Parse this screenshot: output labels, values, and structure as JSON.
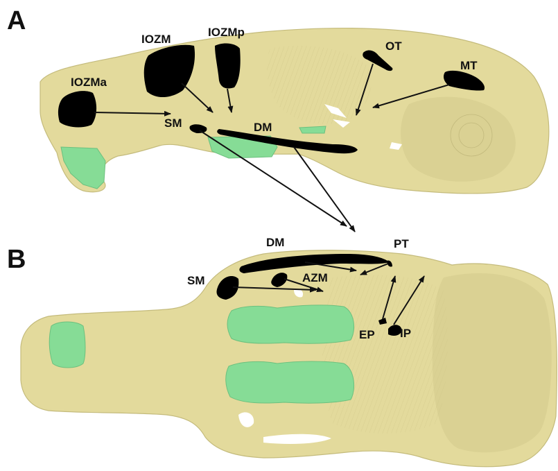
{
  "panels": [
    {
      "letter": "A"
    },
    {
      "letter": "B"
    }
  ],
  "labels": {
    "IOZMa": "IOZMa",
    "IOZM": "IOZM",
    "IOZMp": "IOZMp",
    "OT": "OT",
    "MT": "MT",
    "SM_a": "SM",
    "DM_a": "DM",
    "DM_b": "DM",
    "PT": "PT",
    "SM_b": "SM",
    "AZM": "AZM",
    "EP": "EP",
    "IP": "IP"
  },
  "colors": {
    "bone": "#e3da9c",
    "teeth": "#86dc96",
    "muscle": "#000000"
  }
}
